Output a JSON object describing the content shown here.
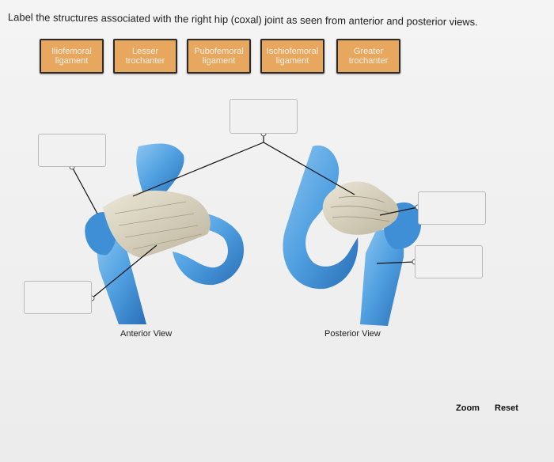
{
  "instructions": "Label the structures associated with the right hip (coxal) joint as seen from anterior and posterior views.",
  "terms": [
    "Iliofemoral ligament",
    "Lesser trochanter",
    "Pubofemoral ligament",
    "Ischiofemoral ligament",
    "Greater trochanter"
  ],
  "views": {
    "anterior": "Anterior View",
    "posterior": "Posterior View"
  },
  "actions": {
    "zoom": "Zoom",
    "reset": "Reset"
  },
  "colors": {
    "term_bg": "#e8a75f",
    "bone": "#4f9fe0",
    "ligament": "#d8d2c0",
    "drop_box": "#f1f1f1"
  }
}
